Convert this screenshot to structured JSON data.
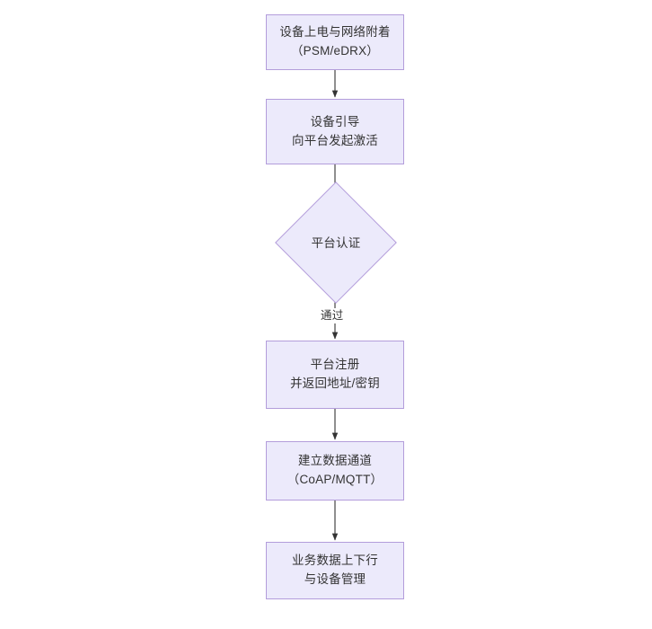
{
  "diagram": {
    "type": "flowchart",
    "title": "",
    "direction": "top-to-bottom",
    "background_color": "#FFFFFF",
    "node_fill_color": "#ECEAFB",
    "node_border_color": "#B39DDB",
    "text_color": "#333333",
    "edge_color": "#333333",
    "nodes": [
      {
        "id": "n1",
        "shape": "rectangle",
        "line1": "设备上电与网络附着",
        "line2": "（PSM/eDRX）"
      },
      {
        "id": "n2",
        "shape": "rectangle",
        "line1": "设备引导",
        "line2": "向平台发起激活"
      },
      {
        "id": "n3",
        "shape": "diamond",
        "line1": "平台认证",
        "line2": ""
      },
      {
        "id": "n4",
        "shape": "rectangle",
        "line1": "平台注册",
        "line2": "并返回地址/密钥"
      },
      {
        "id": "n5",
        "shape": "rectangle",
        "line1": "建立数据通道",
        "line2": "（CoAP/MQTT）"
      },
      {
        "id": "n6",
        "shape": "rectangle",
        "line1": "业务数据上下行",
        "line2": "与设备管理"
      }
    ],
    "edges": [
      {
        "from": "n1",
        "to": "n2",
        "label": ""
      },
      {
        "from": "n2",
        "to": "n3",
        "label": ""
      },
      {
        "from": "n3",
        "to": "n4",
        "label": "通过"
      },
      {
        "from": "n4",
        "to": "n5",
        "label": ""
      },
      {
        "from": "n5",
        "to": "n6",
        "label": ""
      }
    ]
  }
}
